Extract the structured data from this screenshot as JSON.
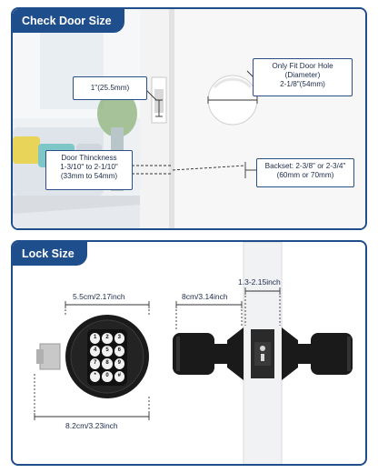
{
  "check_door": {
    "title": "Check Door Size",
    "thickness_edge": "1\"(25.5mm)",
    "hole_line1": "Only Fit Door Hole",
    "hole_line2": "(Diameter)",
    "hole_line3": "2-1/8\"(54mm)",
    "thickness_line1": "Door Thinckness",
    "thickness_line2": "1-3/10\" to 2-1/10\"",
    "thickness_line3": "(33mm to 54mm)",
    "backset_line1": "Backset: 2-3/8\" or 2-3/4\"",
    "backset_line2": "(60mm or 70mm)"
  },
  "lock_size": {
    "title": "Lock Size",
    "front_width": "5.5cm/2.17inch",
    "front_total": "8.2cm/3.23inch",
    "knob_length": "8cm/3.14inch",
    "door_thickness": "1.3-2.15inch",
    "keypad_keys": [
      "1",
      "2",
      "3",
      "4",
      "5",
      "6",
      "7",
      "8",
      "9",
      "*",
      "0",
      "#"
    ]
  },
  "colors": {
    "accent": "#1f4e8c",
    "lock_body": "#1a1a1a"
  }
}
